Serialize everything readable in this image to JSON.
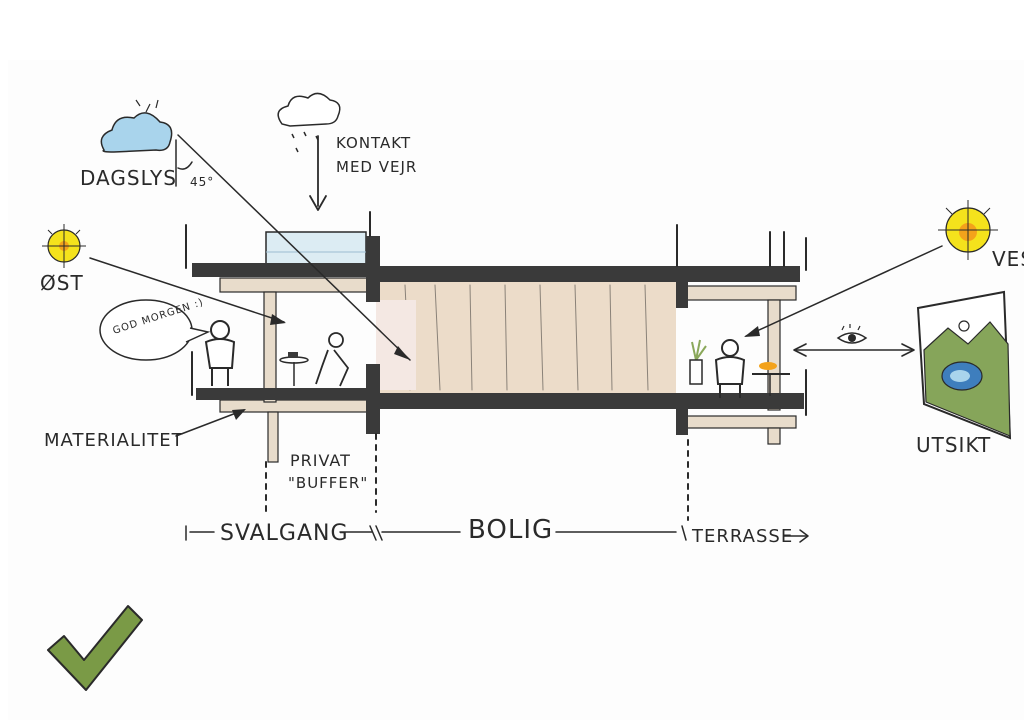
{
  "labels": {
    "dagslys": "DAGSLYS",
    "angle": "45°",
    "kontakt_line1": "KONTAKT",
    "kontakt_line2": "MED VEJR",
    "ost": "ØST",
    "vest": "VEST",
    "speech": "GOD MORGEN :)",
    "materialitet": "MATERIALITET",
    "privat": "PRIVAT",
    "buffer": "\"BUFFER\"",
    "utsikt": "UTSIKT"
  },
  "dimension_labels": {
    "svalgang": "SVALGANG",
    "bolig": "BOLIG",
    "terrasse": "TERRASSE"
  },
  "colors": {
    "slab": "#3a3a3a",
    "interior_fill": "#ecdcc9",
    "timber": "#e8dccb",
    "glass": "#dcecf3",
    "sky_blue": "#a9d4ec",
    "sun_yellow": "#f4e21c",
    "sun_orange": "#f3a21b",
    "landscape_green": "#86a55a",
    "lake_blue": "#3e7ebd",
    "check_green": "#7a9a46"
  }
}
